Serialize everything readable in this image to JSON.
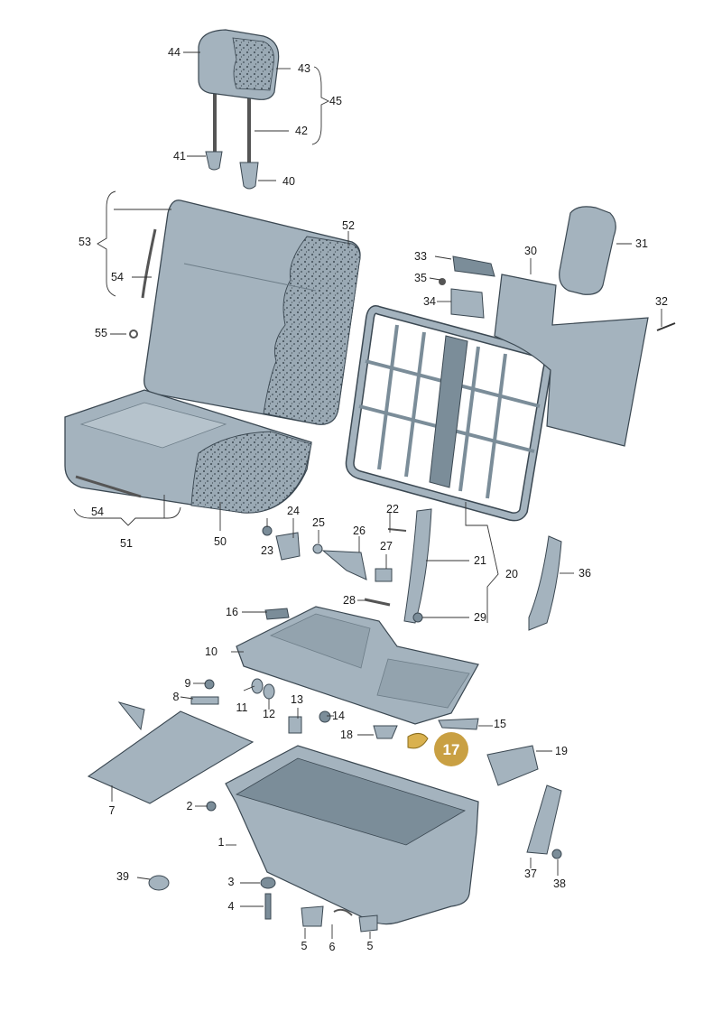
{
  "diagram": {
    "highlight": {
      "label": "17",
      "color": "#c9a043"
    },
    "part_color": "#a4b3be",
    "part_dark": "#7b8d99",
    "labels": [
      "1",
      "2",
      "3",
      "4",
      "5",
      "5",
      "6",
      "7",
      "8",
      "9",
      "10",
      "11",
      "12",
      "13",
      "14",
      "15",
      "16",
      "18",
      "19",
      "20",
      "21",
      "22",
      "23",
      "24",
      "25",
      "26",
      "27",
      "28",
      "29",
      "30",
      "31",
      "32",
      "33",
      "34",
      "35",
      "36",
      "37",
      "38",
      "39",
      "40",
      "41",
      "42",
      "43",
      "44",
      "45",
      "50",
      "51",
      "52",
      "53",
      "54",
      "54",
      "55"
    ]
  }
}
